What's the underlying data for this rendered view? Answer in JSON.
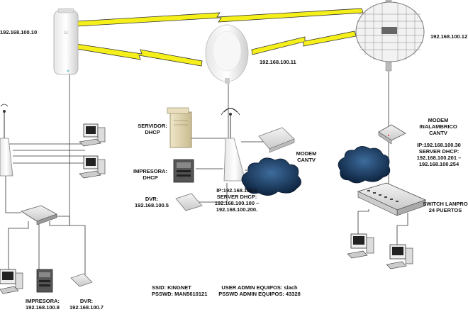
{
  "devices": {
    "left_ap": {
      "ip": "192.168.100.10"
    },
    "center_dish": {
      "ip": "192.168.100.11"
    },
    "right_grid": {
      "ip": "192.168.100.12"
    },
    "server": {
      "label": "SERVIDOR:",
      "sub": "DHCP"
    },
    "printer_center": {
      "label": "IMPRESORA:",
      "sub": "DHCP"
    },
    "dvr_center": {
      "label": "DVR:",
      "ip": "192.168.100.5"
    },
    "router_center": {
      "ip_line": "IP:192.168.100.1",
      "dhcp_line": "SERVER DHCP:",
      "range_1": "192.168.100.100 –",
      "range_2": "192.168.100.200."
    },
    "modem_center": {
      "line1": "MODEM",
      "line2": "CANTV"
    },
    "modem_right": {
      "line1": "MODEM",
      "line2": "INALAMBRICO",
      "line3": "CANTV",
      "ip_line": "IP:192.168.100.30",
      "dhcp_line": "SERVER DHCP:",
      "range_1": "192.168.100.201 –",
      "range_2": "192.168.100.254"
    },
    "switch_right": {
      "line1": "SWITCH LANPRO",
      "line2": "24 PUERTOS"
    },
    "printer_left": {
      "label": "IMPRESORA:",
      "ip": "192.168.100.8"
    },
    "dvr_left": {
      "label": "DVR:",
      "ip": "192.168.100.7"
    }
  },
  "footer": {
    "ssid": "SSID: KINGNET",
    "psswd": "PSSWD: MAN5610121",
    "user_admin": "USER ADMIN EQUIPOS: slach",
    "psswd_admin": "PSSWD ADMIN EQUIPOS: 43328"
  },
  "colors": {
    "link": "#f5ef1a",
    "cloud": "#1f3f66",
    "lines": "#333333"
  }
}
